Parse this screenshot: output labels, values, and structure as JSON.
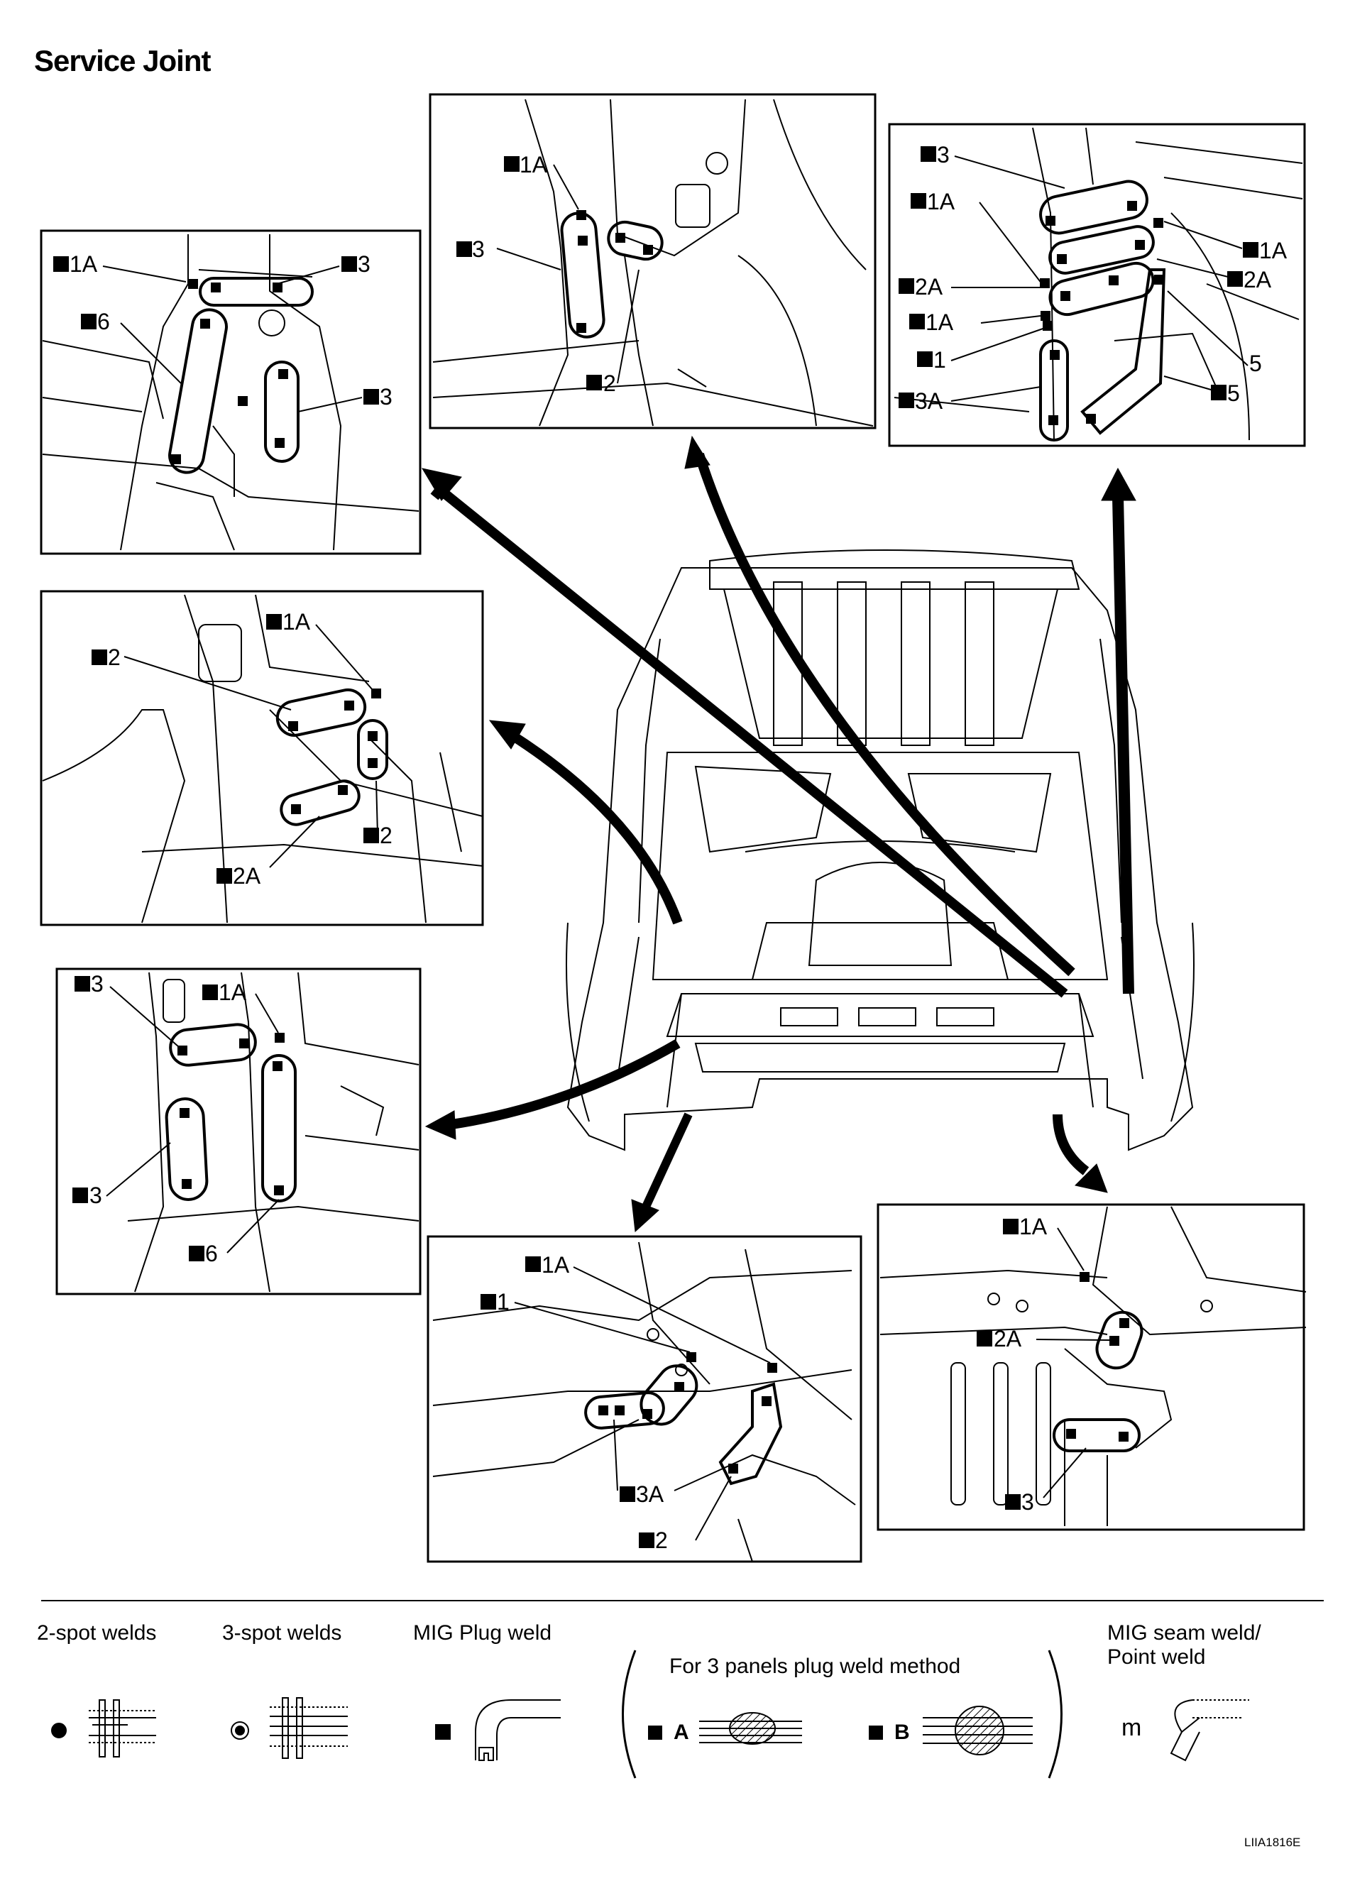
{
  "title": "Service Joint",
  "doc_code": "LIIA1816E",
  "panels": {
    "top_left": {
      "labels": [
        "1A",
        "3",
        "6",
        "3"
      ]
    },
    "top_center": {
      "labels": [
        "1A",
        "3",
        "2"
      ]
    },
    "top_right": {
      "labels": [
        "3",
        "1A",
        "1A",
        "2A",
        "2A",
        "1A",
        "1",
        "5",
        "3A",
        "5"
      ]
    },
    "mid_left": {
      "labels": [
        "1A",
        "2",
        "2",
        "2A"
      ]
    },
    "lower_left": {
      "labels": [
        "3",
        "1A",
        "3",
        "6"
      ]
    },
    "bottom_center": {
      "labels": [
        "1A",
        "1",
        "3A",
        "2"
      ]
    },
    "bottom_right": {
      "labels": [
        "1A",
        "2A",
        "3"
      ]
    }
  },
  "legend": {
    "two_spot": "2-spot welds",
    "three_spot": "3-spot welds",
    "mig_plug": "MIG Plug weld",
    "three_panels": "For 3 panels plug weld method",
    "method_a": "A",
    "method_b": "B",
    "mig_seam_line1": "MIG seam weld/",
    "mig_seam_line2": "Point weld",
    "seam_symbol": "m"
  }
}
